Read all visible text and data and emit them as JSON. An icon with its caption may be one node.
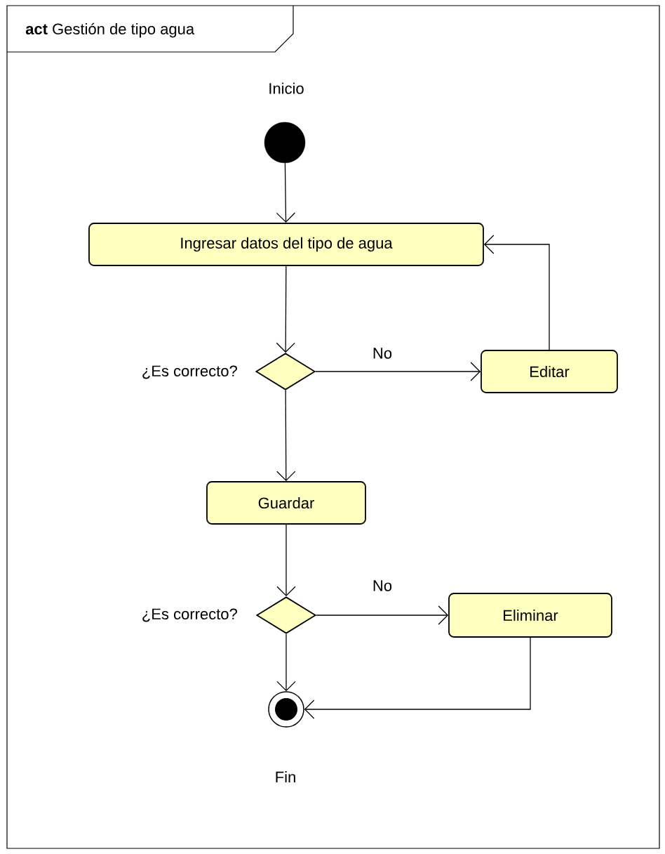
{
  "diagram": {
    "title": "**act** Gestión de tipo agua",
    "nodes": [
      {
        "text": [],
        "shape": "circle",
        "beside": [
          "Inicio"
        ]
      },
      {
        "text": [
          "Ingresar datos del tipo de agua"
        ]
      },
      {
        "text": [],
        "shape": "diamond",
        "beside": [
          "¿Es correcto?"
        ]
      },
      {
        "text": [
          "Editar"
        ]
      },
      {
        "text": [
          "Guardar"
        ]
      },
      {
        "text": [],
        "shape": "diamond",
        "beside": [
          "¿Es correcto?"
        ]
      },
      {
        "text": [
          "Eliminar"
        ]
      },
      {
        "text": [],
        "shape": "circle",
        "beside": [
          "Fin"
        ]
      }
    ],
    "edges": [
      {
        "from": 0,
        "to": 1,
        "arrow": "to"
      },
      {
        "from": 1,
        "to": 2,
        "arrow": "to"
      },
      {
        "from": 2,
        "to": 3,
        "arrow": "to",
        "label": "No"
      },
      {
        "from": 3,
        "to": 1,
        "arrow": "to"
      },
      {
        "from": 2,
        "to": 4,
        "arrow": "to"
      },
      {
        "from": 4,
        "to": 5,
        "arrow": "to"
      },
      {
        "from": 5,
        "to": 6,
        "arrow": "to",
        "label": "No"
      },
      {
        "from": 5,
        "to": 7,
        "arrow": "to"
      },
      {
        "from": 6,
        "to": 7,
        "arrow": "to"
      }
    ]
  }
}
